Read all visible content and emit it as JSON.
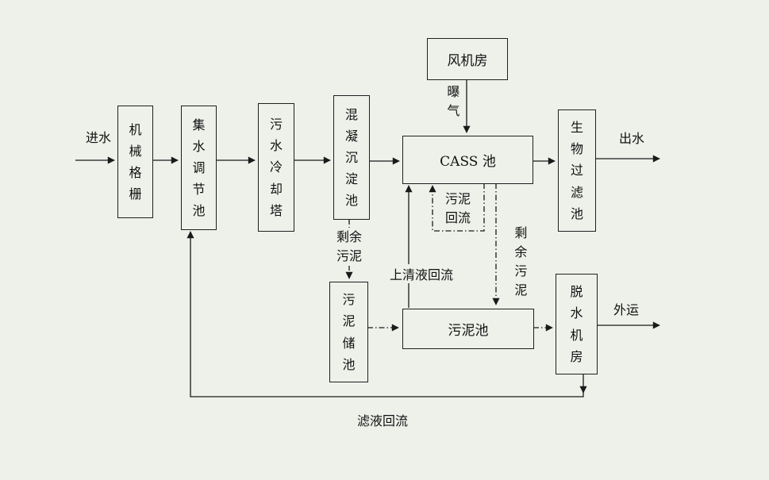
{
  "diagram": {
    "colors": {
      "background": "#edf1ea",
      "line": "#1a1a1a"
    },
    "boxes": {
      "mechanical_screen": "机械格栅",
      "collection_tank": "集水调节池",
      "cooling_tower": "污水冷却塔",
      "coagulation_tank": "混凝沉淀池",
      "fan_room": "风机房",
      "cass_tank": "CASS 池",
      "bio_filter": "生物过滤池",
      "sludge_storage": "污泥储池",
      "sludge_tank": "污泥池",
      "dewatering_room": "脱水机房"
    },
    "labels": {
      "influent": "进水",
      "effluent": "出水",
      "aeration": "曝气",
      "excess_sludge_left": "剩余污泥",
      "sludge_return": "污泥回流",
      "supernatant_return": "上清液回流",
      "excess_sludge_right": "剩余污泥",
      "transport_out": "外运",
      "filtrate_return": "滤液回流"
    }
  }
}
